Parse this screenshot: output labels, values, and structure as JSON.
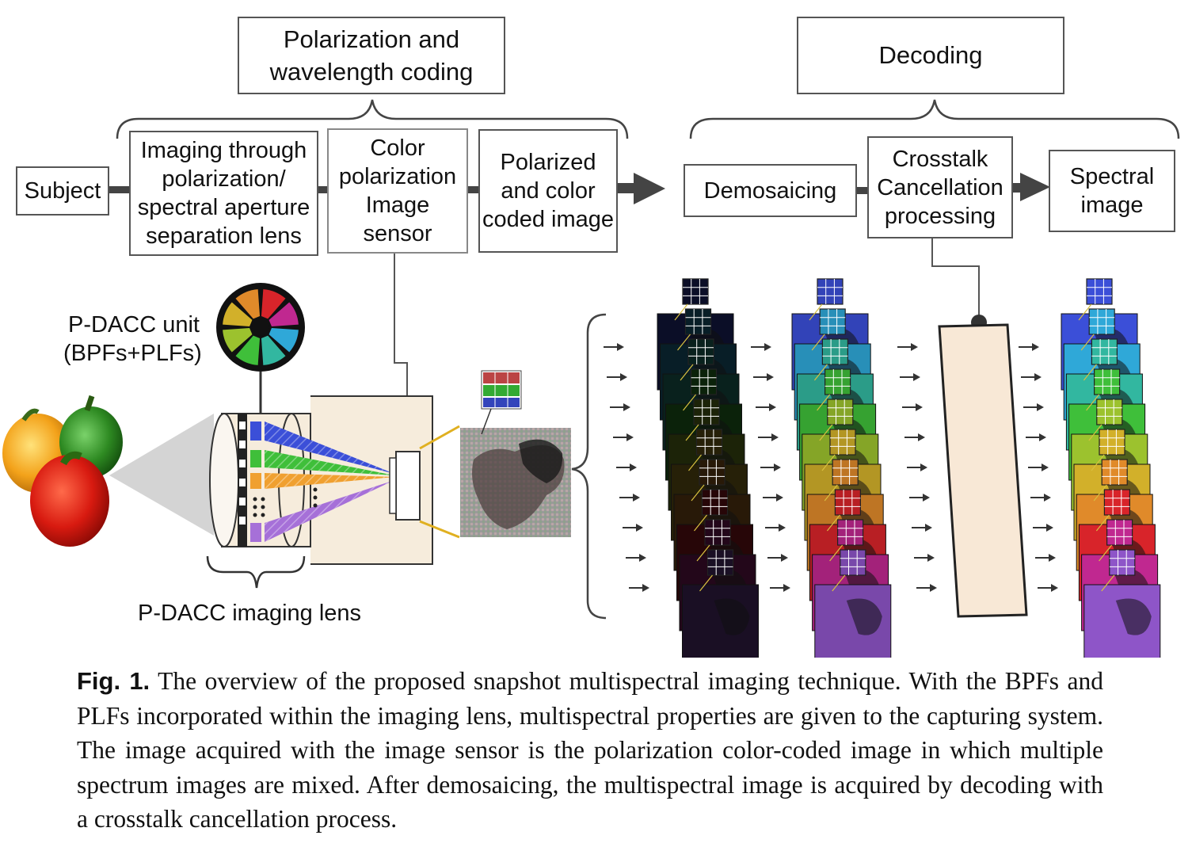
{
  "top_boxes": {
    "coding": "Polarization and wavelength coding",
    "decoding": "Decoding"
  },
  "pipeline": {
    "subject": "Subject",
    "lens": "Imaging through polarization/ spectral aperture separation lens",
    "sensor": "Color polarization Image sensor",
    "coded_image": "Polarized and color coded image",
    "demosaicing": "Demosaicing",
    "crosstalk": "Crosstalk Cancellation processing",
    "spectral": "Spectral image"
  },
  "labels": {
    "pdacc_unit": "P-DACC unit",
    "pdacc_filters": "(BPFs+PLFs)",
    "pdacc_lens": "P-DACC imaging lens"
  },
  "spectral_colors": [
    "#3b4fd8",
    "#2fa8d8",
    "#32b7a0",
    "#3fbf3a",
    "#9cc22e",
    "#d2b02a",
    "#e08a2a",
    "#d8242a",
    "#c02890",
    "#8e55c8"
  ],
  "caption": {
    "label": "Fig. 1.",
    "text": "The overview of the proposed snapshot multispectral imaging technique. With the BPFs and PLFs incorporated within the imaging lens, multispectral properties are given to the capturing system.  The image acquired with the image sensor is the polarization color-coded image in which multiple spectrum images are mixed.  After demosaicing, the multispectral image is acquired by decoding with a crosstalk cancellation process."
  }
}
